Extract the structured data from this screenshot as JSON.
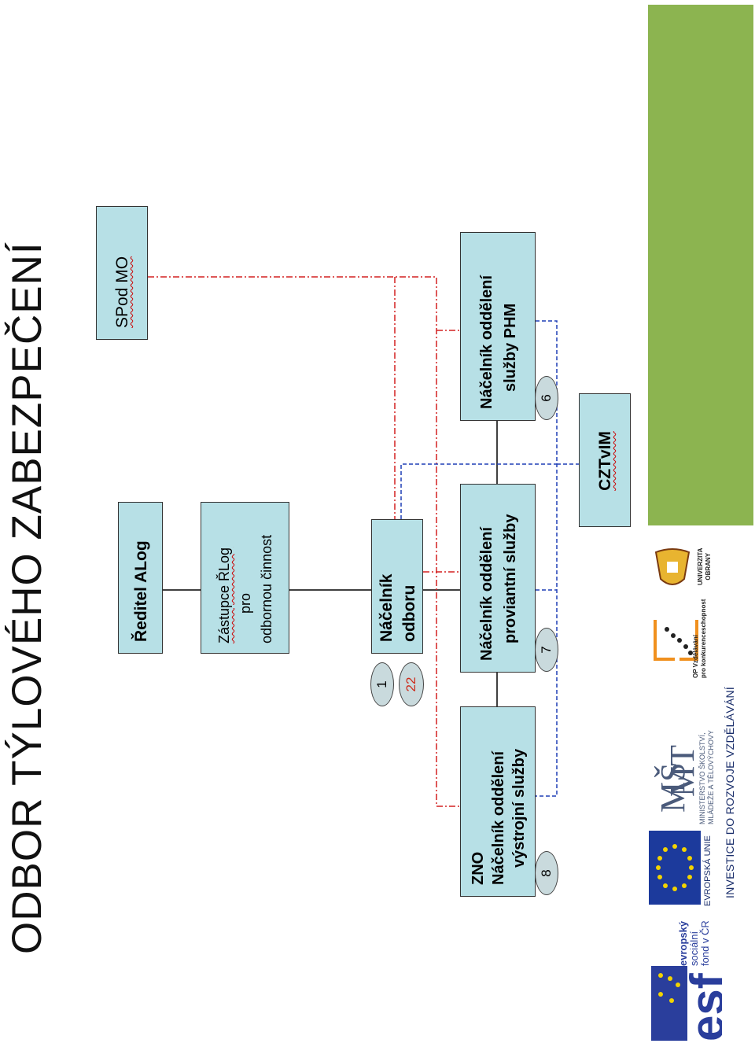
{
  "title": "ODBOR TÝLOVÉHO ZABEZPEČENÍ",
  "colors": {
    "box_fill": "#b7e0e6",
    "red_line": "#d42020",
    "blue_line": "#1f3fb5",
    "green_band": "#8cb450"
  },
  "boxes": {
    "spod": [
      "SPod MO"
    ],
    "reditel": [
      "Ředitel ALog"
    ],
    "zastupce": [
      "Zástupce ŘLog",
      "pro",
      "odbornou činnost"
    ],
    "nacelnik_odboru": [
      "Náčelník",
      "odboru"
    ],
    "phm": [
      "Náčelník oddělení",
      "služby PHM"
    ],
    "proviantni": [
      "Náčelník oddělení",
      "proviantní služby"
    ],
    "vystrojni": [
      "ZNO",
      "Náčelník oddělení",
      "výstrojní služby"
    ],
    "cztvim": [
      "CZTvIM"
    ]
  },
  "ovals": {
    "nacelnik_1": "1",
    "nacelnik_22": "22",
    "phm": "6",
    "proviantni": "7",
    "vystrojni": "8"
  },
  "logos": {
    "esf_line1": "evropský",
    "esf_line2": "sociální",
    "esf_line3": "fond v ČR",
    "eu": "EVROPSKÁ UNIE",
    "msmt_line1": "MINISTERSTVO ŠKOLSTVÍ,",
    "msmt_line2": "MLÁDEŽE A TĚLOVÝCHOVY",
    "op_line1": "OP Vzdělávání",
    "op_line2": "pro konkurenceschopnost",
    "univ_line1": "UNIVERZITA",
    "univ_line2": "OBRANY",
    "investice": "INVESTICE DO ROZVOJE VZDĚLÁVÁNÍ"
  }
}
